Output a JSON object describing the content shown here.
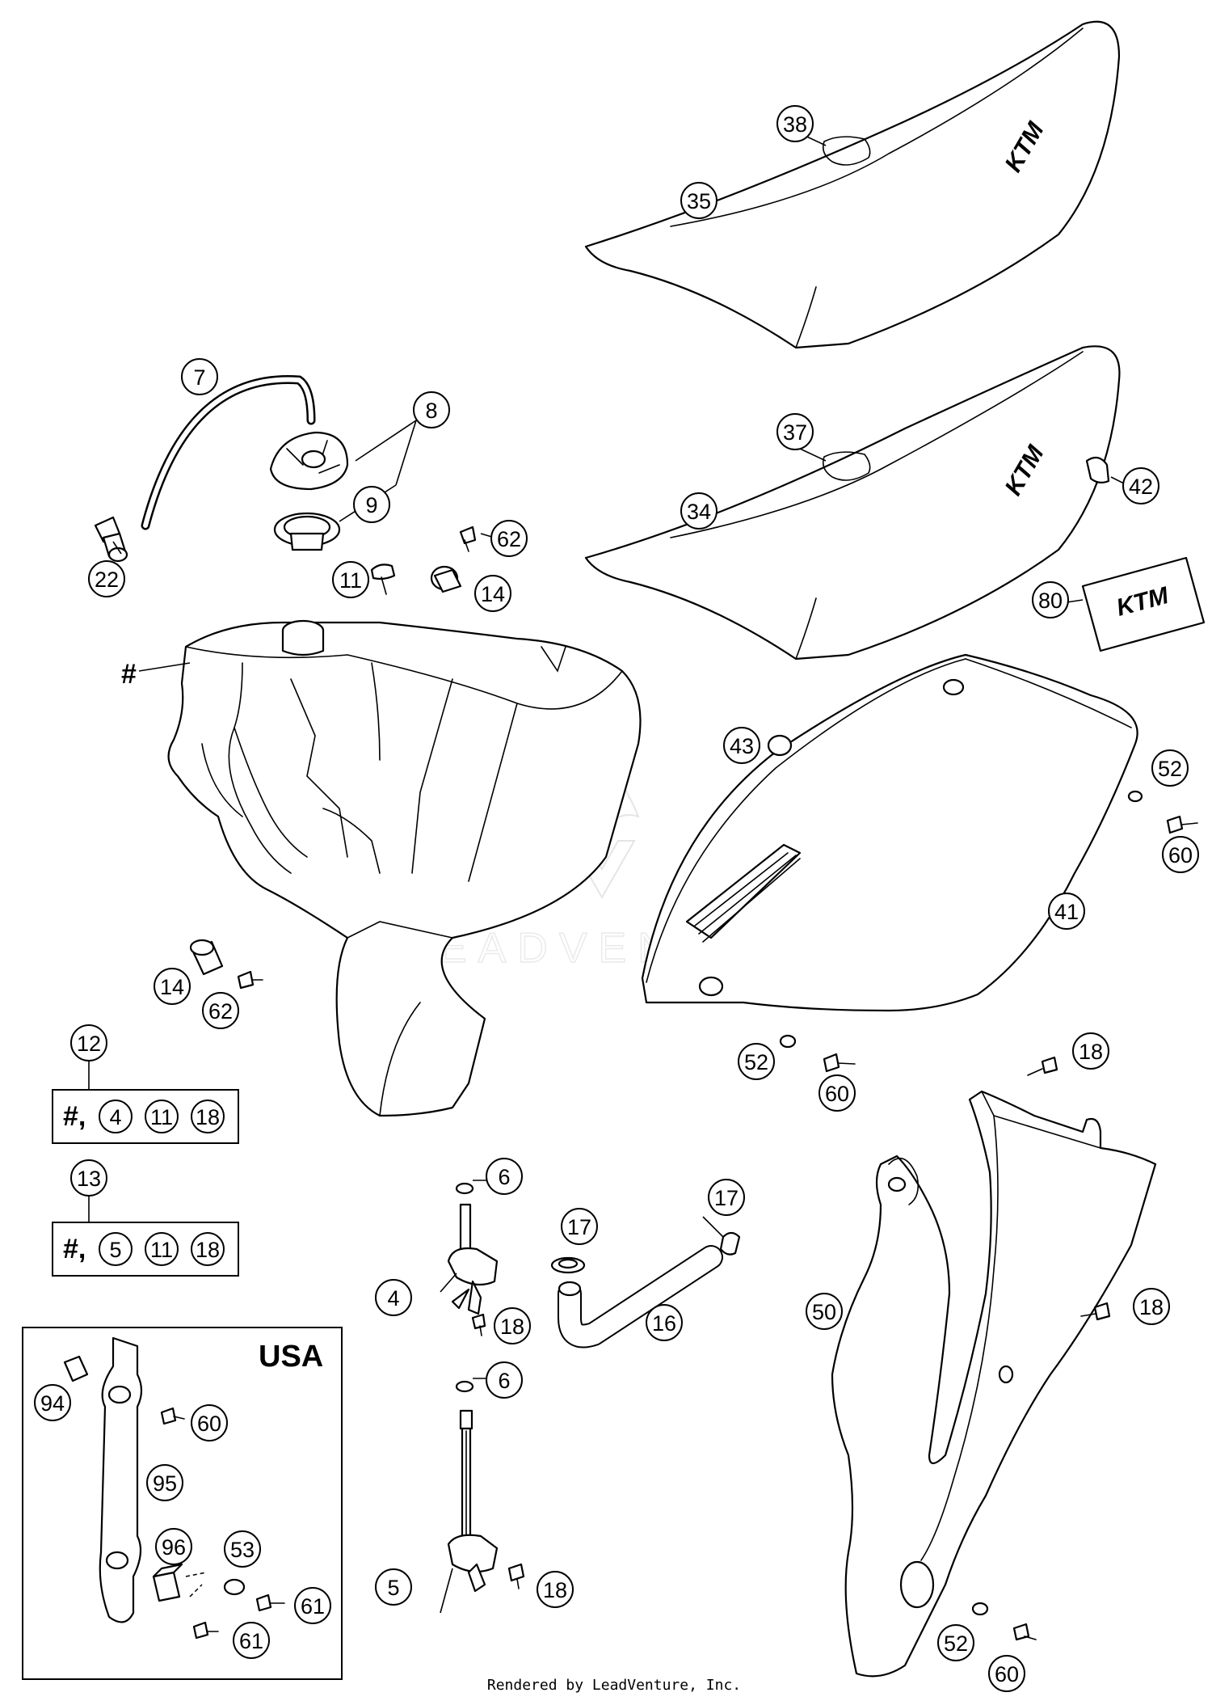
{
  "callouts": [
    {
      "label": "38"
    },
    {
      "label": "35"
    },
    {
      "label": "7"
    },
    {
      "label": "8"
    },
    {
      "label": "9"
    },
    {
      "label": "37"
    },
    {
      "label": "42"
    },
    {
      "label": "34"
    },
    {
      "label": "22"
    },
    {
      "label": "62"
    },
    {
      "label": "11"
    },
    {
      "label": "14"
    },
    {
      "label": "80"
    },
    {
      "label": "43"
    },
    {
      "label": "52"
    },
    {
      "label": "60"
    },
    {
      "label": "41"
    },
    {
      "label": "14"
    },
    {
      "label": "62"
    },
    {
      "label": "12"
    },
    {
      "label": "52"
    },
    {
      "label": "60"
    },
    {
      "label": "18"
    },
    {
      "label": "13"
    },
    {
      "label": "6"
    },
    {
      "label": "17"
    },
    {
      "label": "17"
    },
    {
      "label": "4"
    },
    {
      "label": "18"
    },
    {
      "label": "16"
    },
    {
      "label": "50"
    },
    {
      "label": "18"
    },
    {
      "label": "94"
    },
    {
      "label": "60"
    },
    {
      "label": "6"
    },
    {
      "label": "95"
    },
    {
      "label": "96"
    },
    {
      "label": "53"
    },
    {
      "label": "61"
    },
    {
      "label": "5"
    },
    {
      "label": "18"
    },
    {
      "label": "61"
    },
    {
      "label": "52"
    },
    {
      "label": "60"
    }
  ],
  "kits": [
    {
      "prefix": "#,",
      "items": [
        "4",
        "11",
        "18"
      ]
    },
    {
      "prefix": "#,",
      "items": [
        "5",
        "11",
        "18"
      ]
    }
  ],
  "tank_marker": "#",
  "usa_label": "USA",
  "logo_text": "KTM",
  "watermark_text": "LEADVENTURE",
  "footer_text": "Rendered by LeadVenture, Inc."
}
